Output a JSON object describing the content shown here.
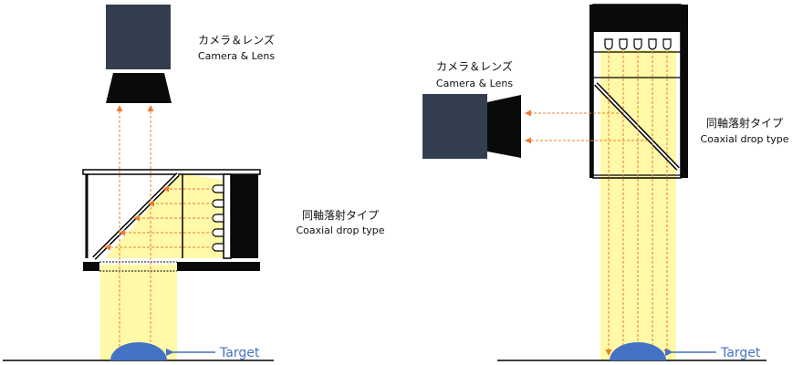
{
  "colors": {
    "camera_body": "#333f50",
    "lens": "#0a0a0a",
    "light_beam": "#fff9a8",
    "ray": "#ed7d31",
    "target": "#4472c4",
    "frame": "#000000"
  },
  "left_diagram": {
    "camera_label_jp": "カメラ＆レンズ",
    "camera_label_en": "Camera & Lens",
    "light_label_jp": "同軸落射タイプ",
    "light_label_en": "Coaxial drop type",
    "target_label": "Target"
  },
  "right_diagram": {
    "camera_label_jp": "カメラ＆レンズ",
    "camera_label_en": "Camera & Lens",
    "light_label_jp": "同軸落射タイプ",
    "light_label_en": "Coaxial drop type",
    "target_label": "Target"
  }
}
